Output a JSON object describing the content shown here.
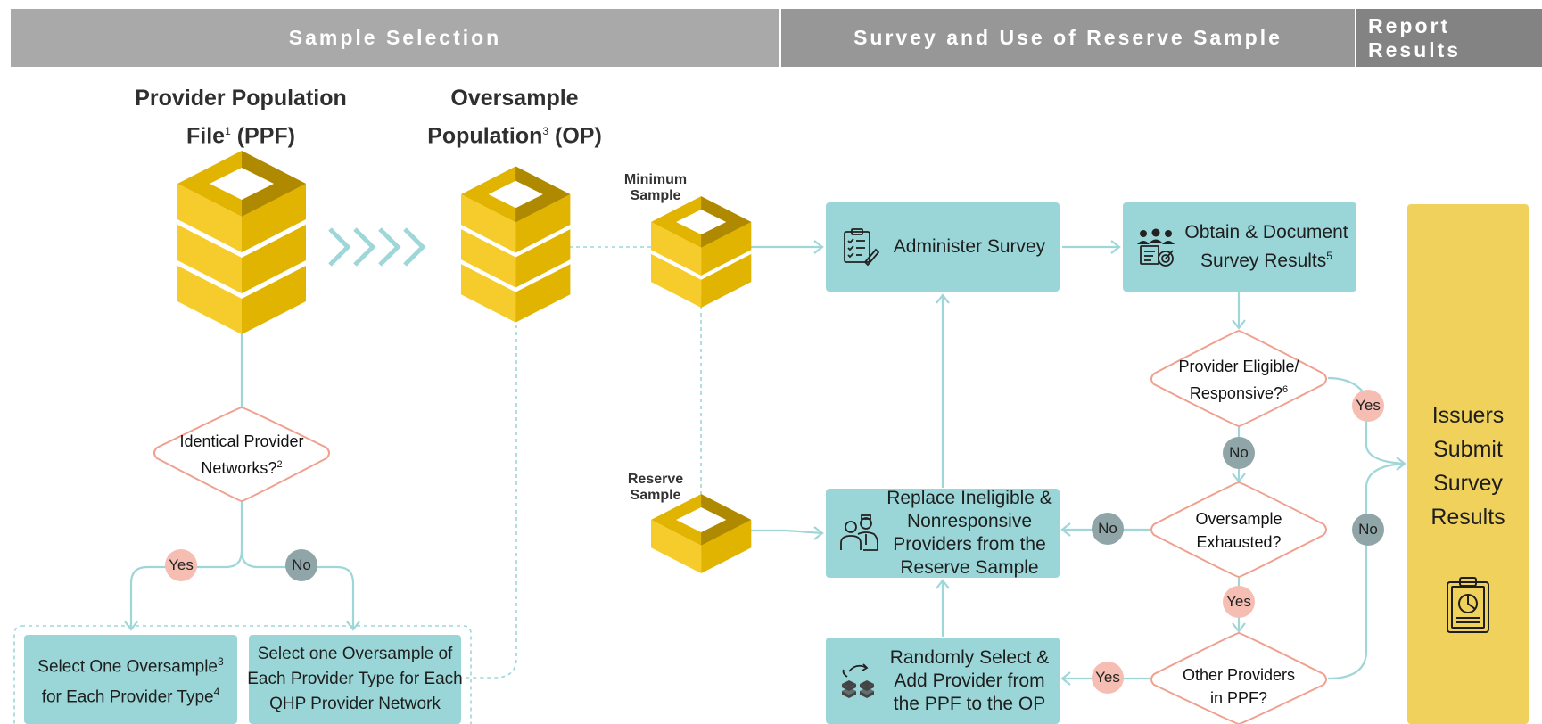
{
  "header": {
    "sample_selection": "Sample Selection",
    "survey_reserve": "Survey and Use of Reserve Sample",
    "report_results": "Report Results"
  },
  "stacks": {
    "ppf_title_1": "Provider Population",
    "ppf_title_2": "File",
    "ppf_title_sup": "1",
    "ppf_title_3": " (PPF)",
    "op_title_1": "Oversample",
    "op_title_2": "Population",
    "op_title_sup": "3",
    "op_title_3": " (OP)",
    "minimum_sample_1": "Minimum",
    "minimum_sample_2": "Sample",
    "reserve_sample_1": "Reserve",
    "reserve_sample_2": "Sample"
  },
  "boxes": {
    "administer_survey": "Administer Survey",
    "obtain_1": "Obtain & Document",
    "obtain_2": "Survey Results",
    "obtain_sup": "5",
    "replace_1": "Replace Ineligible &",
    "replace_2": "Nonresponsive",
    "replace_3": "Providers from the",
    "replace_4": "Reserve Sample",
    "random_1": "Randomly Select &",
    "random_2": "Add Provider from",
    "random_3": "the PPF to the OP",
    "select_one_1": "Select One Oversample",
    "select_one_sup1": "3",
    "select_one_2": "for Each Provider Type",
    "select_one_sup2": "4",
    "select_each_1": "Select one Oversample of",
    "select_each_2": "Each Provider Type for Each",
    "select_each_3": "QHP Provider Network"
  },
  "decisions": {
    "identical_1": "Identical Provider",
    "identical_2": "Networks?",
    "identical_sup": "2",
    "eligible_1": "Provider Eligible/",
    "eligible_2": "Responsive?",
    "eligible_sup": "6",
    "exhausted_1": "Oversample",
    "exhausted_2": "Exhausted?",
    "other_1": "Other Providers",
    "other_2": "in PPF?"
  },
  "badges": {
    "yes": "Yes",
    "no": "No"
  },
  "issuer": {
    "line1": "Issuers",
    "line2": "Submit",
    "line3": "Survey",
    "line4": "Results"
  },
  "colors": {
    "header_light": "#a9a9a9",
    "header_mid": "#979797",
    "header_dark": "#838383",
    "teal_box": "#9ad6d7",
    "teal_line": "#9fd6d8",
    "gold_top": "#e0b400",
    "gold_front": "#f6cc2c",
    "gold_side": "#a68100",
    "diamond_border": "#f0a08f",
    "yes_badge": "#f6bdb3",
    "no_badge": "#8fa5a8",
    "issuer_panel": "#efd15c"
  },
  "icons": [
    "clipboard-checklist-icon",
    "team-target-icon",
    "doctors-icon",
    "random-stack-icon",
    "report-clipboard-icon",
    "chevron-right-icon"
  ]
}
